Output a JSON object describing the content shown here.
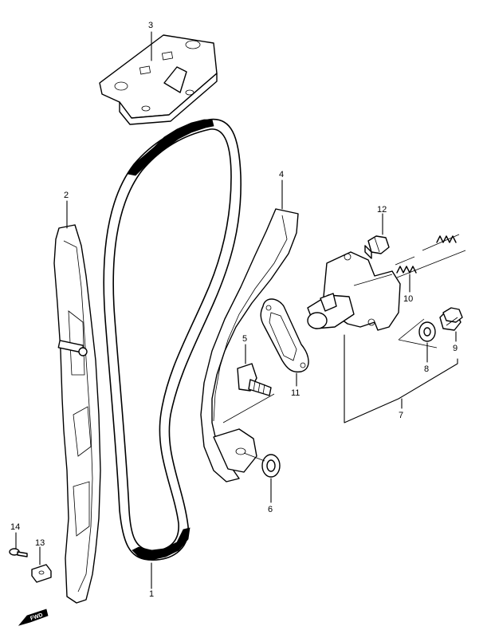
{
  "callouts": {
    "c1": "1",
    "c2": "2",
    "c3": "3",
    "c4": "4",
    "c5": "5",
    "c6": "6",
    "c7": "7",
    "c8": "8",
    "c9": "9",
    "c10": "10",
    "c11": "11",
    "c12": "12",
    "c13": "13",
    "c14": "14"
  },
  "forward_marker": {
    "label": "FWD",
    "icon": "forward-arrow-icon"
  },
  "colors": {
    "line": "#000000",
    "background": "#ffffff"
  }
}
